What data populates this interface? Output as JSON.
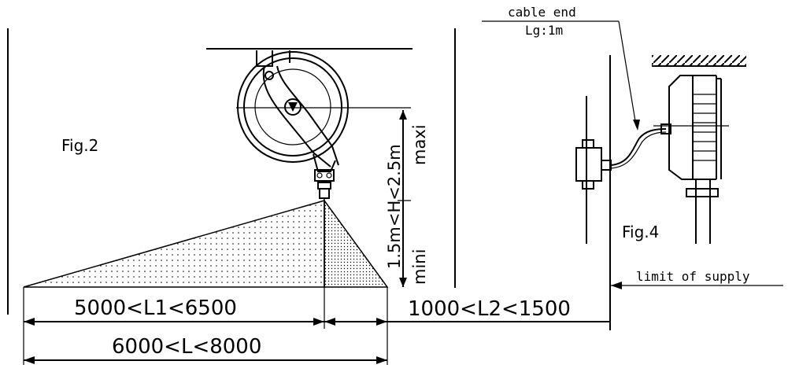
{
  "fig2": {
    "label": "Fig.2",
    "height_range": "1.5m<H<2.5m",
    "maxi": "maxi",
    "mini": "mini",
    "l1": "5000<L1<6500",
    "l": "6000<L<8000",
    "l2": "1000<L2<1500"
  },
  "fig4": {
    "label": "Fig.4",
    "cable_end": "cable end",
    "cable_length": "Lg:1m",
    "limit": "limit of supply"
  }
}
